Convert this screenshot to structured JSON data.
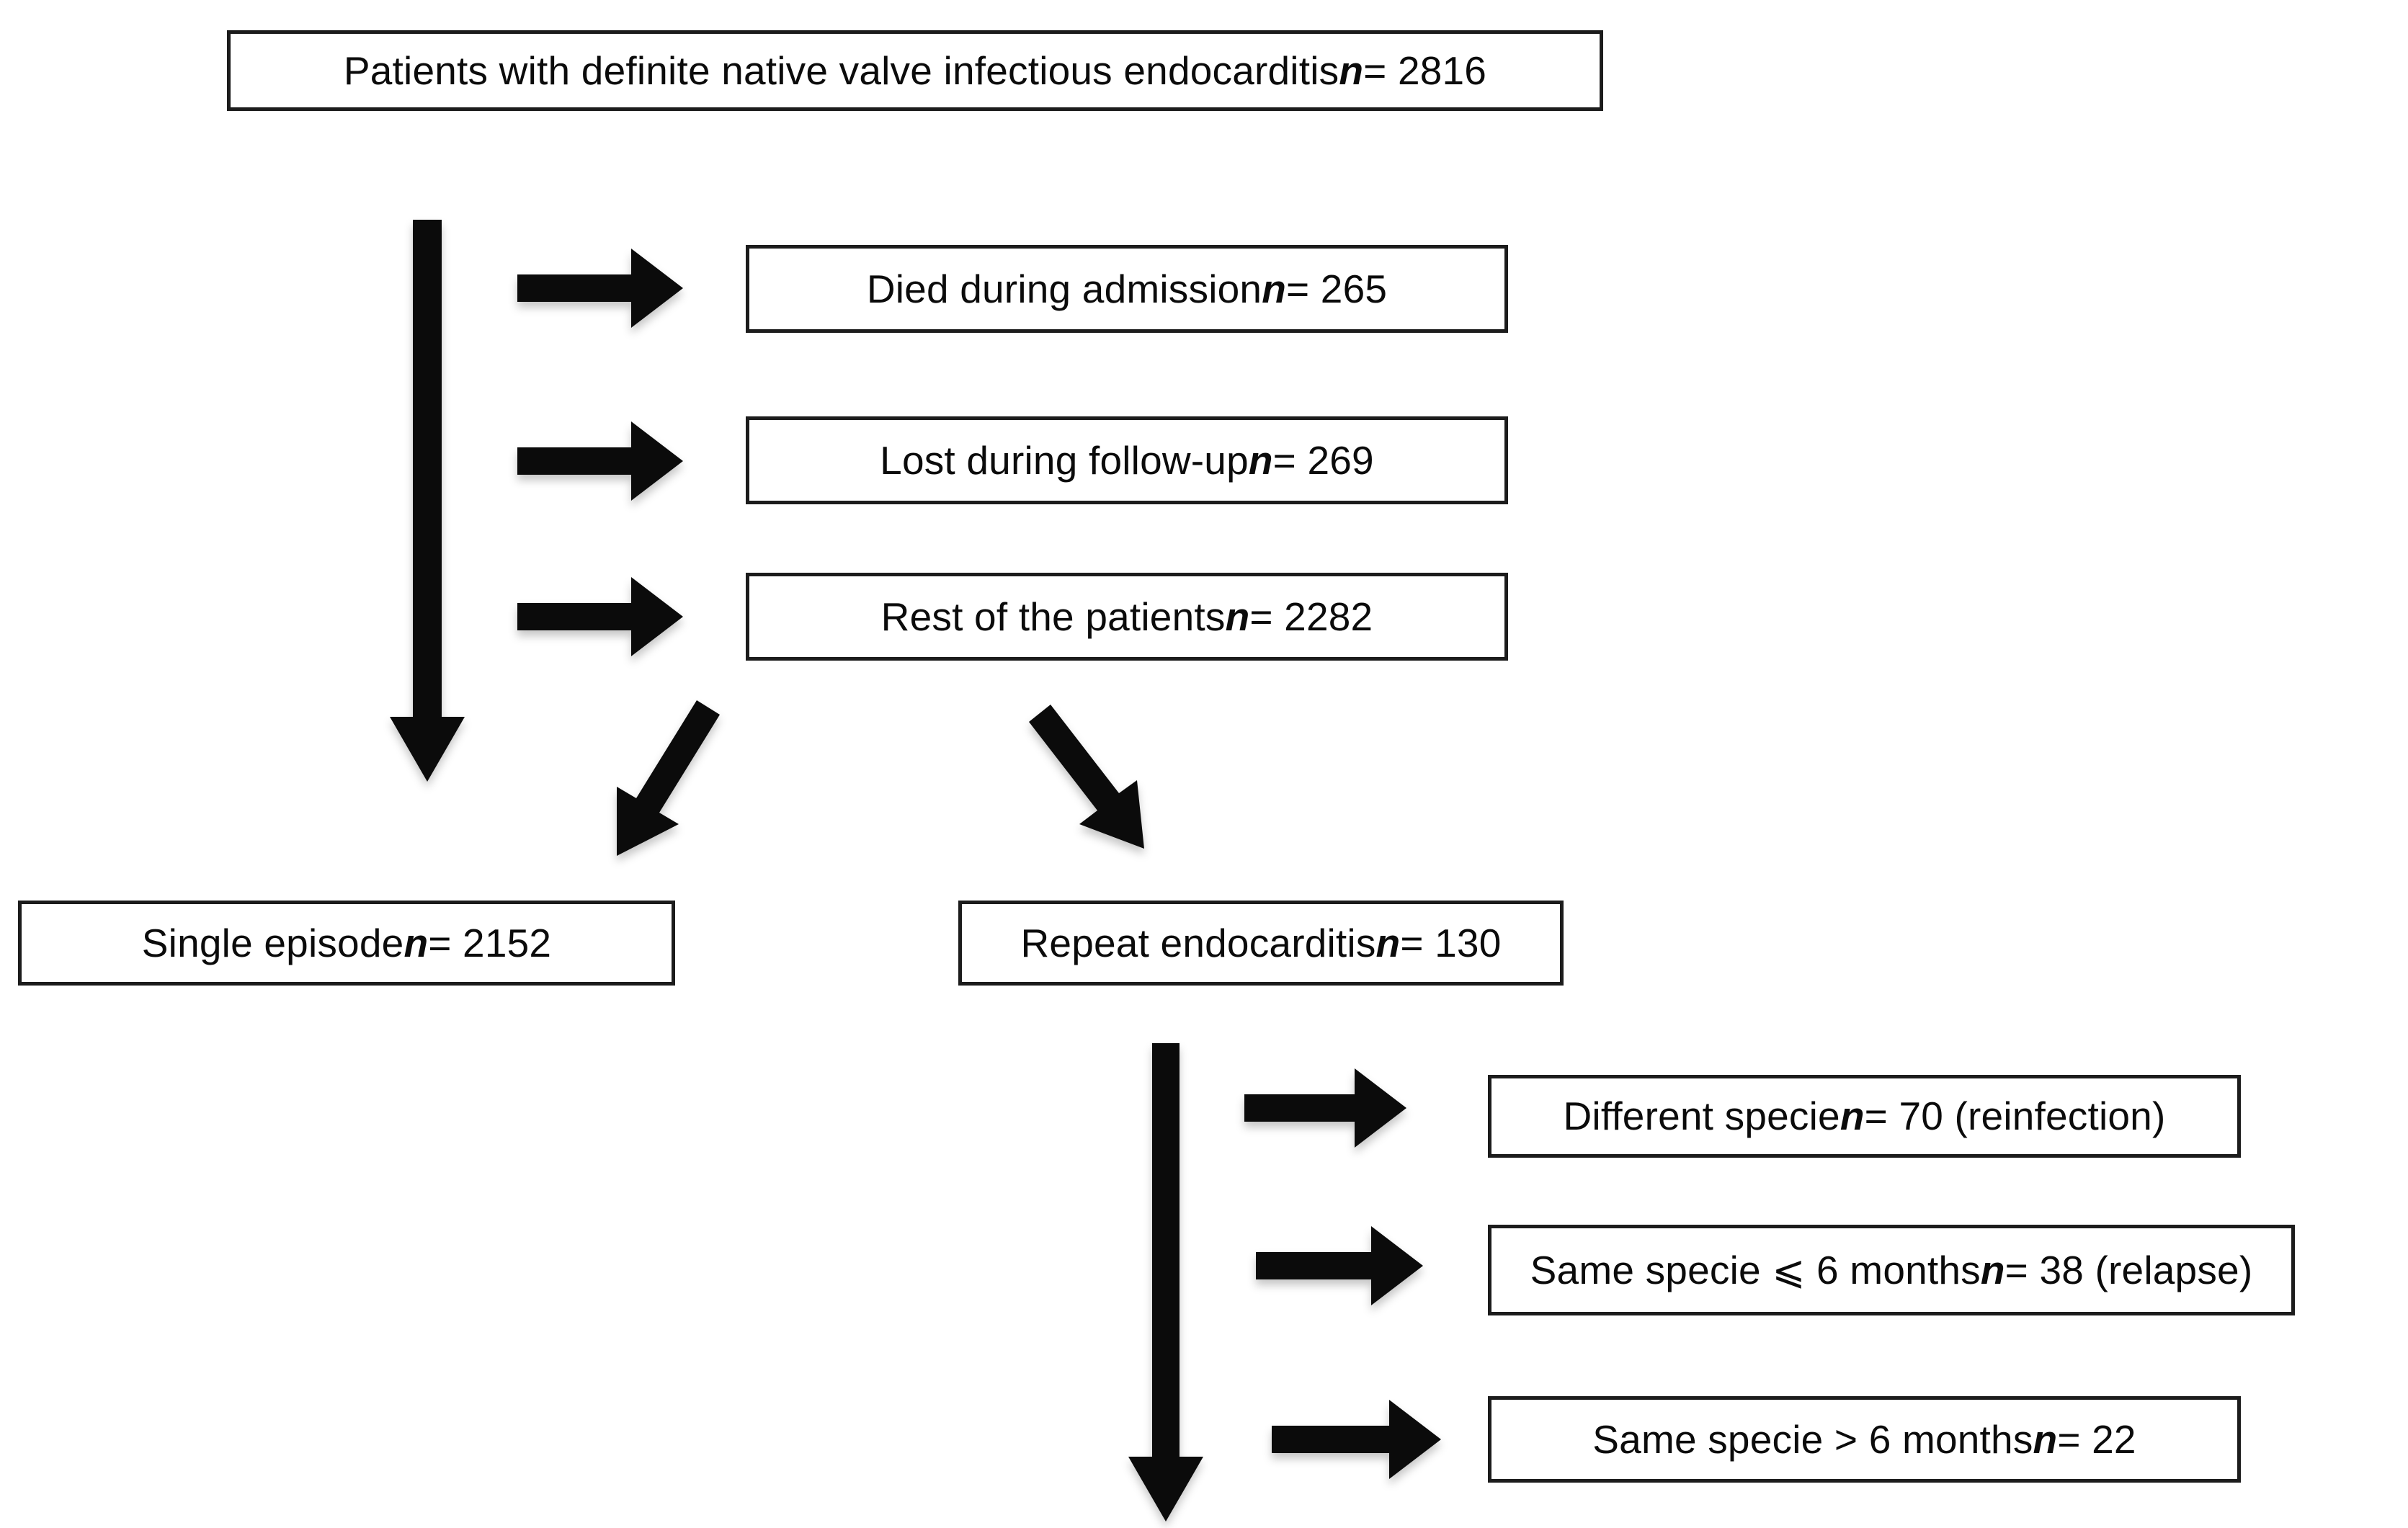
{
  "boxes": [
    {
      "id": "total",
      "prefix": "Patients with definite native valve infectious endocarditis ",
      "n": "n",
      "suffix": " = 2816"
    },
    {
      "id": "died",
      "prefix": "Died during admission ",
      "n": "n",
      "suffix": " = 265"
    },
    {
      "id": "lost",
      "prefix": "Lost during follow-up ",
      "n": "n",
      "suffix": " = 269"
    },
    {
      "id": "rest",
      "prefix": "Rest of the patients ",
      "n": "n",
      "suffix": " = 2282"
    },
    {
      "id": "single",
      "prefix": "Single episode ",
      "n": "n",
      "suffix": " = 2152"
    },
    {
      "id": "repeat",
      "prefix": "Repeat endocarditis ",
      "n": "n",
      "suffix": " = 130"
    },
    {
      "id": "different",
      "prefix": "Different specie ",
      "n": "n",
      "suffix": " = 70 (reinfection)"
    },
    {
      "id": "relapse",
      "prefix": "Same specie ⩽ 6 months ",
      "n": "n",
      "suffix": " = 38 (relapse)"
    },
    {
      "id": "same_late",
      "prefix": "Same specie > 6 months ",
      "n": "n",
      "suffix": " = 22"
    }
  ],
  "colors": {
    "background": "#ffffff",
    "text": "#0b0b0b",
    "box-border": "#1c1c1c",
    "box-fill": "#ffffff",
    "arrow": "#0b0b0b"
  }
}
